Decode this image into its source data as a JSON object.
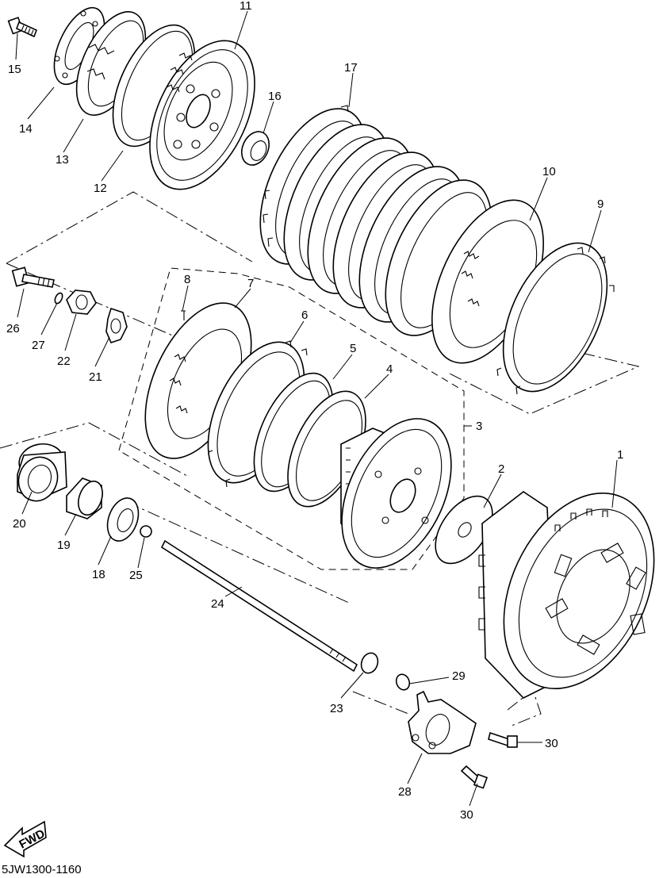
{
  "diagram_code": "5JW1300-1160",
  "fwd_label": "FWD",
  "callouts": {
    "c1": "1",
    "c2": "2",
    "c3": "3",
    "c4": "4",
    "c5": "5",
    "c6": "6",
    "c7": "7",
    "c8": "8",
    "c9": "9",
    "c10": "10",
    "c11": "11",
    "c12": "12",
    "c13": "13",
    "c14": "14",
    "c15": "15",
    "c16": "16",
    "c17": "17",
    "c18": "18",
    "c19": "19",
    "c20": "20",
    "c21": "21",
    "c22": "22",
    "c23": "23",
    "c24": "24",
    "c25": "25",
    "c26": "26",
    "c27": "27",
    "c28": "28",
    "c29": "29",
    "c30a": "30",
    "c30b": "30"
  }
}
